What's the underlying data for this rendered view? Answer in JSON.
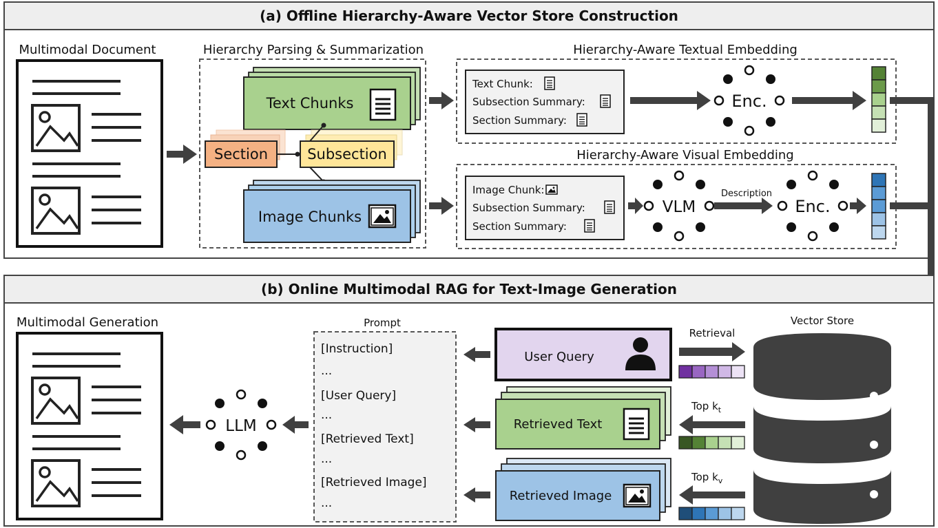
{
  "panel_a": {
    "title": "(a) Offline Hierarchy-Aware Vector Store Construction",
    "multimodal_document_label": "Multimodal Document",
    "hierarchy_parsing_label": "Hierarchy Parsing & Summarization",
    "text_chunks": "Text Chunks",
    "section": "Section",
    "subsection": "Subsection",
    "image_chunks": "Image Chunks",
    "textual_embedding_title": "Hierarchy-Aware Textual Embedding",
    "textual_list": [
      "Text Chunk:",
      "Subsection Summary:",
      "Section Summary:"
    ],
    "enc": "Enc.",
    "visual_embedding_title": "Hierarchy-Aware Visual Embedding",
    "visual_list": [
      "Image Chunk:",
      "Subsection Summary:",
      "Section Summary:"
    ],
    "vlm": "VLM",
    "description": "Description",
    "enc2": "Enc."
  },
  "panel_b": {
    "title": "(b) Online Multimodal RAG for Text-Image Generation",
    "multimodal_generation_label": "Multimodal Generation",
    "llm": "LLM",
    "prompt_title": "Prompt",
    "prompt_lines": [
      "[Instruction]",
      "...",
      "[User Query]",
      "...",
      "[Retrieved Text]",
      "...",
      "[Retrieved Image]",
      "..."
    ],
    "user_query": "User Query",
    "retrieved_text": "Retrieved Text",
    "retrieved_image": "Retrieved Image",
    "retrieval": "Retrieval",
    "top_kt": "Top k",
    "top_kt_sub": "t",
    "top_kv": "Top k",
    "top_kv_sub": "v",
    "vector_store": "Vector Store"
  },
  "colors": {
    "text_green": "#a9d18e",
    "image_blue": "#9dc3e6",
    "section_orange": "#f4b183",
    "subsection_yellow": "#ffe699",
    "query_purple": "#e2d5ee",
    "arrow": "#404040"
  }
}
